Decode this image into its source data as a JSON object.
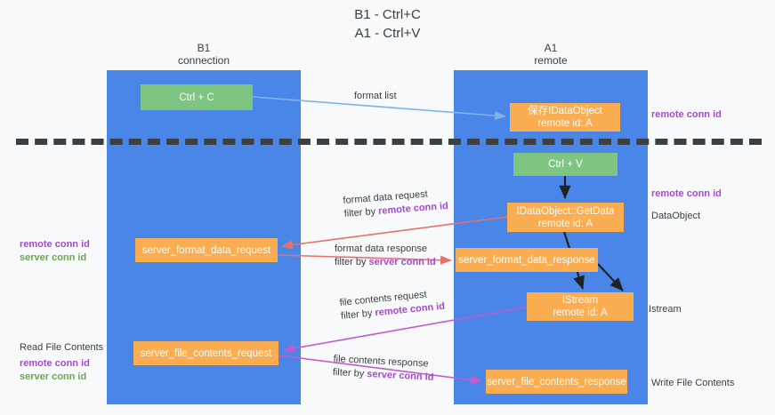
{
  "title": "B1 - Ctrl+C\nA1 - Ctrl+V",
  "lanes": [
    {
      "name": "B1",
      "sub": "connection"
    },
    {
      "name": "A1",
      "sub": "remote"
    }
  ],
  "boxes": {
    "ctrl_c": "Ctrl + C",
    "idataobject_store_l1": "保存IDataObject",
    "idataobject_store_l2": "remote id: A",
    "ctrl_v": "Ctrl + V",
    "getdata_l1": "IDataObject::GetData",
    "getdata_l2": "remote id: A",
    "server_format_data_request": "server_format_data_request",
    "server_format_data_response": "server_format_data_response",
    "istream_l1": "IStream",
    "istream_l2": "remote id: A",
    "server_file_contents_request": "server_file_contents_request",
    "server_file_contents_response": "server_file_contents_response"
  },
  "edge_labels": {
    "format_list": "format list",
    "format_data_request": "format data request",
    "format_data_request_filter_prefix": "filter by ",
    "format_data_request_filter_key": "remote conn id",
    "format_data_response": "format data response",
    "format_data_response_filter_prefix": "filter by ",
    "format_data_response_filter_key": "server conn id",
    "file_contents_request": "file contents request",
    "file_contents_request_filter_prefix": "filter by ",
    "file_contents_request_filter_key": "remote conn id",
    "file_contents_response": "file contents response",
    "file_contents_response_filter_prefix": "filter by ",
    "file_contents_response_filter_key": "server conn id"
  },
  "annotations": {
    "right_remote_conn_id_top": "remote conn id",
    "right_remote_conn_id_mid": "remote conn id",
    "right_dataobject": "DataObject",
    "right_istream": "Istream",
    "right_write_file_contents": "Write File Contents",
    "left_remote_conn_id_1": "remote conn id",
    "left_server_conn_id_1": "server conn id",
    "left_read_file_contents": "Read File Contents",
    "left_remote_conn_id_2": "remote conn id",
    "left_server_conn_id_2": "server conn id"
  },
  "colors": {
    "lane_blue": "#4a86e8",
    "box_green": "#7dc580",
    "box_orange": "#fbad51",
    "accent_purple": "#a64ad0",
    "accent_green": "#6aa84f",
    "arrow_red": "#e8706a",
    "arrow_magenta": "#c45ad0",
    "arrow_lightblue": "#7fb3e8",
    "arrow_dark": "#222222",
    "divider": "#3c4043",
    "background": "#f8f9fa"
  }
}
